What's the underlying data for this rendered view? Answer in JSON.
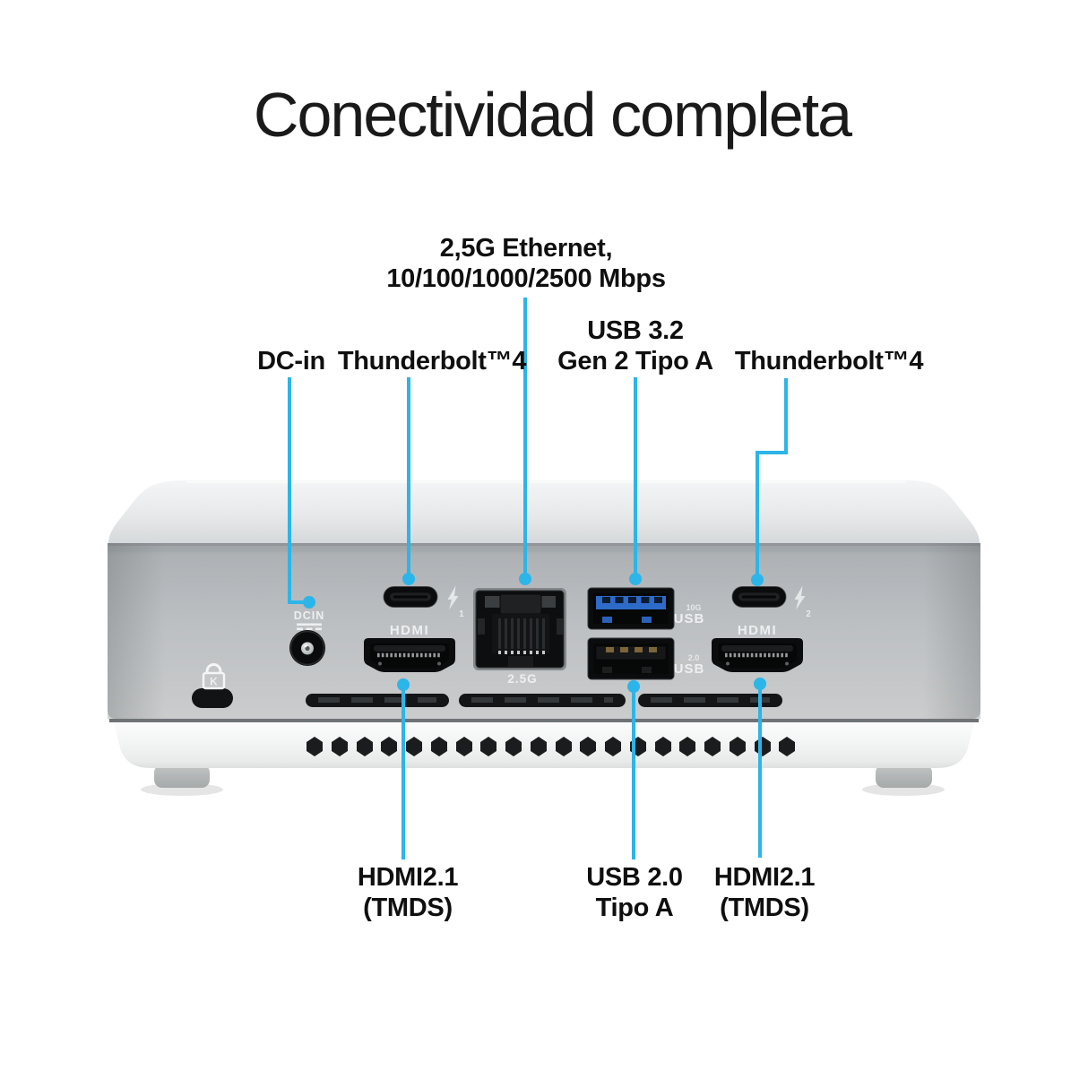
{
  "title": "Conectividad completa",
  "accent_color": "#2cb5e8",
  "callouts": {
    "ethernet": {
      "line1": "2,5G Ethernet,",
      "line2": "10/100/1000/2500 Mbps"
    },
    "dc_in": "DC-in",
    "thunderbolt_left": "Thunderbolt™4",
    "usb32": {
      "line1": "USB 3.2",
      "line2": "Gen 2 Tipo A"
    },
    "thunderbolt_right": "Thunderbolt™4",
    "hdmi_left": {
      "line1": "HDMI2.1",
      "line2": "(TMDS)"
    },
    "usb20": {
      "line1": "USB 2.0",
      "line2": "Tipo A"
    },
    "hdmi_right": {
      "line1": "HDMI2.1",
      "line2": "(TMDS)"
    }
  },
  "device_markings": {
    "kensington": "K",
    "dc_in": "DCIN",
    "hdmi_left": "HDMI",
    "hdmi_right": "HDMI",
    "ethernet": "2.5G",
    "usb32_speed": "10G",
    "usb32_type": "USB",
    "usb20_speed": "2.0",
    "usb20_type": "USB",
    "thunderbolt1": "1",
    "thunderbolt2": "2"
  }
}
